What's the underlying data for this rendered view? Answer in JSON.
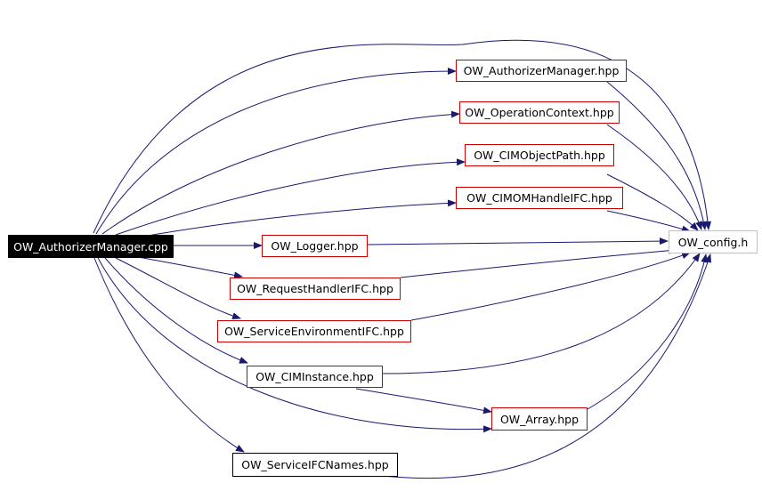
{
  "colors": {
    "edge": "#191970",
    "link_border": "#cc0000",
    "plain_border": "#000000",
    "leaf_border": "#bfbfbf",
    "root_fill": "#000000",
    "root_text": "#ffffff"
  },
  "nodes": {
    "root": "OW_AuthorizerManager.cpp",
    "authorizer_manager_hpp": "OW_AuthorizerManager.hpp",
    "operation_context_hpp": "OW_OperationContext.hpp",
    "cim_object_path_hpp": "OW_CIMObjectPath.hpp",
    "cimom_handle_ifc_hpp": "OW_CIMOMHandleIFC.hpp",
    "logger_hpp": "OW_Logger.hpp",
    "config_h": "OW_config.h",
    "request_handler_ifc_hpp": "OW_RequestHandlerIFC.hpp",
    "service_environment_ifc_hpp": "OW_ServiceEnvironmentIFC.hpp",
    "cim_instance_hpp": "OW_CIMInstance.hpp",
    "array_hpp": "OW_Array.hpp",
    "service_ifc_names_hpp": "OW_ServiceIFCNames.hpp"
  }
}
